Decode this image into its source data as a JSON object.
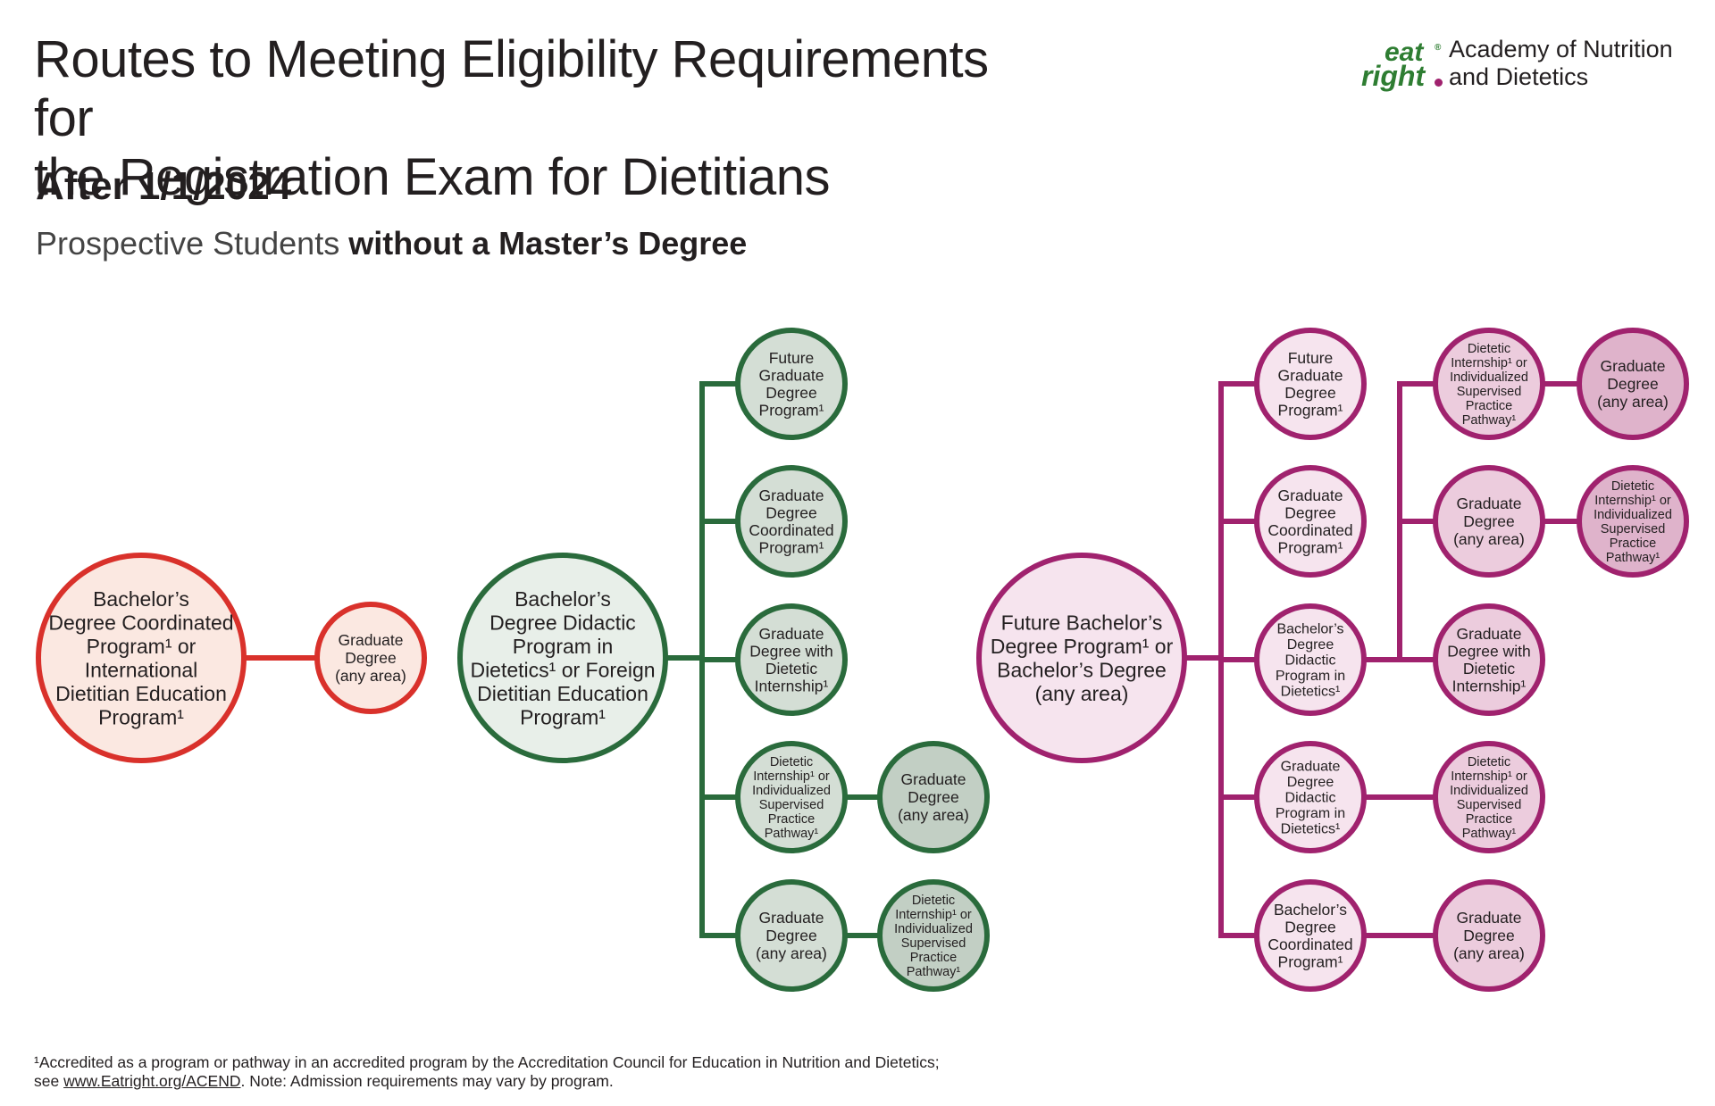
{
  "header": {
    "title_line1": "Routes to Meeting Eligibility Requirements for",
    "title_line2": "the Registration Exam for Dietitians",
    "subtitle": "After 1/1/2024",
    "audience_prefix": "Prospective Students ",
    "audience_bold": "without a Master’s Degree"
  },
  "logo": {
    "mark_top": "eat",
    "mark_bottom": "right",
    "registered": "®",
    "org_line1": "Academy of Nutrition",
    "org_line2": "and Dietetics"
  },
  "colors": {
    "red_stroke": "#d9312b",
    "red_fill": "#fbe8e1",
    "green_stroke": "#2a6b3c",
    "green_fill_light": "#e8efe9",
    "green_fill": "#d4ded5",
    "green_fill_dark": "#c2cfc4",
    "magenta_stroke": "#a0226e",
    "magenta_fill_light": "#f6e4ee",
    "magenta_fill": "#ecccdd",
    "magenta_fill_dark": "#dfb3cb"
  },
  "nodes": [
    {
      "id": "r1",
      "lines": [
        "Bachelor’s",
        "Degree Coordinated",
        "Program¹ or",
        "International",
        "Dietitian Education",
        "Program¹"
      ]
    },
    {
      "id": "r2",
      "lines": [
        "Graduate",
        "Degree",
        "(any area)"
      ]
    },
    {
      "id": "g1",
      "lines": [
        "Bachelor’s",
        "Degree Didactic",
        "Program in",
        "Dietetics¹ or Foreign",
        "Dietitian Education",
        "Program¹"
      ]
    },
    {
      "id": "g2",
      "lines": [
        "Future",
        "Graduate",
        "Degree",
        "Program¹"
      ]
    },
    {
      "id": "g3",
      "lines": [
        "Graduate",
        "Degree",
        "Coordinated",
        "Program¹"
      ]
    },
    {
      "id": "g4",
      "lines": [
        "Graduate",
        "Degree with",
        "Dietetic",
        "Internship¹"
      ]
    },
    {
      "id": "g5",
      "lines": [
        "Dietetic",
        "Internship¹ or",
        "Individualized",
        "Supervised",
        "Practice",
        "Pathway¹"
      ]
    },
    {
      "id": "g6",
      "lines": [
        "Graduate",
        "Degree",
        "(any area)"
      ]
    },
    {
      "id": "g7",
      "lines": [
        "Graduate",
        "Degree",
        "(any area)"
      ]
    },
    {
      "id": "g8",
      "lines": [
        "Dietetic",
        "Internship¹ or",
        "Individualized",
        "Supervised",
        "Practice",
        "Pathway¹"
      ]
    },
    {
      "id": "m1",
      "lines": [
        "Future Bachelor’s",
        "Degree Program¹ or",
        "Bachelor’s Degree",
        "(any area)"
      ]
    },
    {
      "id": "m2",
      "lines": [
        "Future",
        "Graduate",
        "Degree",
        "Program¹"
      ]
    },
    {
      "id": "m3",
      "lines": [
        "Graduate",
        "Degree",
        "Coordinated",
        "Program¹"
      ]
    },
    {
      "id": "m4",
      "lines": [
        "Bachelor’s",
        "Degree",
        "Didactic",
        "Program in",
        "Dietetics¹"
      ]
    },
    {
      "id": "m5",
      "lines": [
        "Graduate",
        "Degree",
        "Didactic",
        "Program in",
        "Dietetics¹"
      ]
    },
    {
      "id": "m6",
      "lines": [
        "Bachelor’s",
        "Degree",
        "Coordinated",
        "Program¹"
      ]
    },
    {
      "id": "m7",
      "lines": [
        "Dietetic",
        "Internship¹ or",
        "Individualized",
        "Supervised",
        "Practice",
        "Pathway¹"
      ]
    },
    {
      "id": "m8",
      "lines": [
        "Graduate",
        "Degree",
        "(any area)"
      ]
    },
    {
      "id": "m9",
      "lines": [
        "Graduate",
        "Degree with",
        "Dietetic",
        "Internship¹"
      ]
    },
    {
      "id": "m10",
      "lines": [
        "Dietetic",
        "Internship¹ or",
        "Individualized",
        "Supervised",
        "Practice",
        "Pathway¹"
      ]
    },
    {
      "id": "m11",
      "lines": [
        "Graduate",
        "Degree",
        "(any area)"
      ]
    },
    {
      "id": "m12",
      "lines": [
        "Graduate",
        "Degree",
        "(any area)"
      ]
    },
    {
      "id": "m13",
      "lines": [
        "Dietetic",
        "Internship¹ or",
        "Individualized",
        "Supervised",
        "Practice",
        "Pathway¹"
      ]
    }
  ],
  "footnote": {
    "line1": "¹Accredited as a program or pathway in an accredited program by the Accreditation Council for Education in Nutrition and Dietetics;",
    "line2_prefix": " see ",
    "link": "www.Eatright.org/ACEND",
    "line2_suffix": ". Note: Admission requirements may vary by program."
  }
}
